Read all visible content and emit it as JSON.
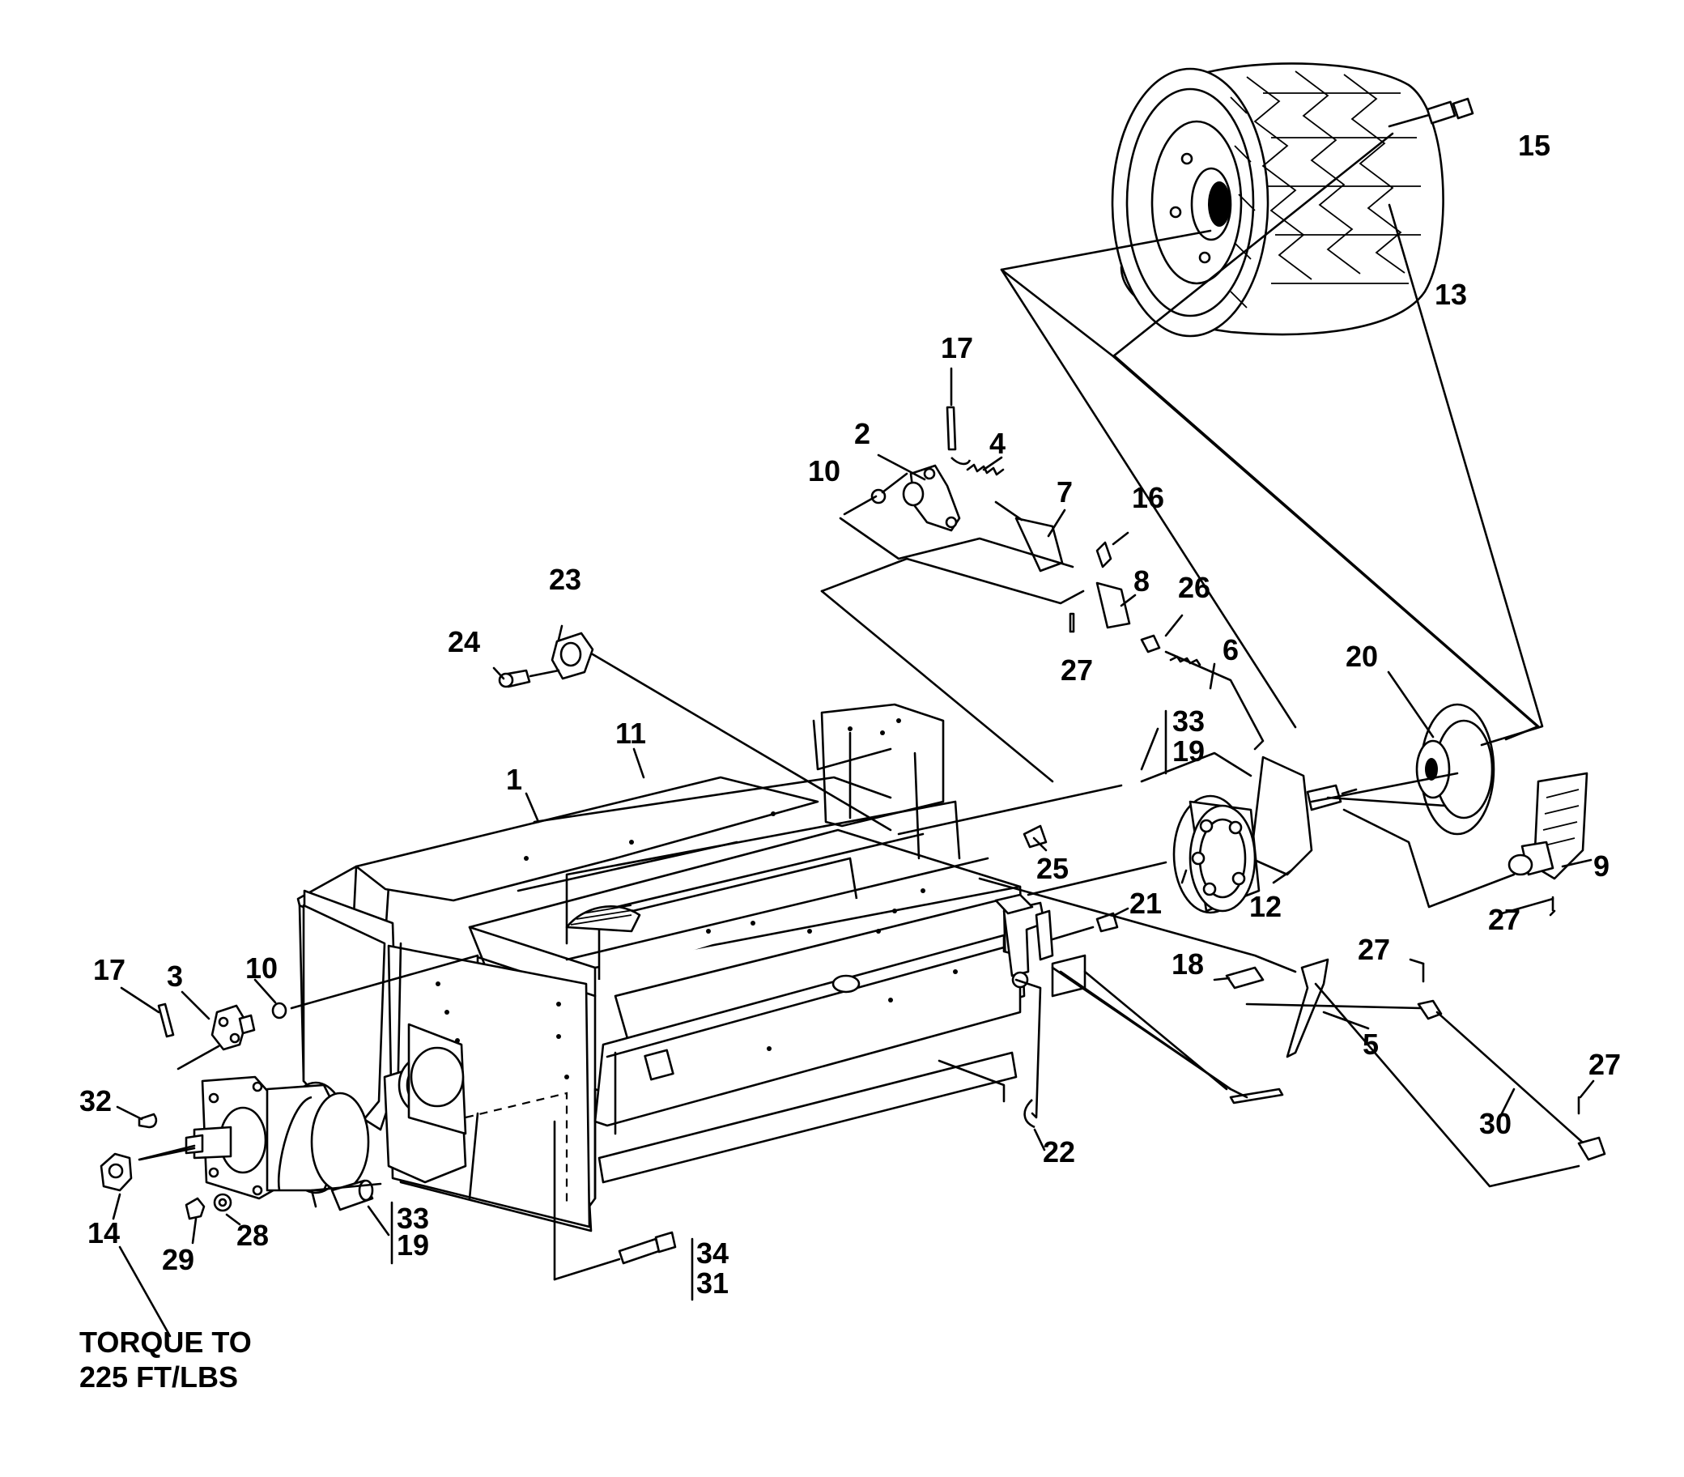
{
  "callouts": [
    {
      "id": "c1",
      "text": "1"
    },
    {
      "id": "c2",
      "text": "2"
    },
    {
      "id": "c3",
      "text": "3"
    },
    {
      "id": "c4",
      "text": "4"
    },
    {
      "id": "c5",
      "text": "5"
    },
    {
      "id": "c6",
      "text": "6"
    },
    {
      "id": "c7",
      "text": "7"
    },
    {
      "id": "c8",
      "text": "8"
    },
    {
      "id": "c9",
      "text": "9"
    },
    {
      "id": "c10a",
      "text": "10"
    },
    {
      "id": "c10b",
      "text": "10"
    },
    {
      "id": "c11",
      "text": "11"
    },
    {
      "id": "c12",
      "text": "12"
    },
    {
      "id": "c13",
      "text": "13"
    },
    {
      "id": "c14",
      "text": "14"
    },
    {
      "id": "c15",
      "text": "15"
    },
    {
      "id": "c16",
      "text": "16"
    },
    {
      "id": "c17a",
      "text": "17"
    },
    {
      "id": "c17b",
      "text": "17"
    },
    {
      "id": "c18",
      "text": "18"
    },
    {
      "id": "c19a",
      "text": "19"
    },
    {
      "id": "c19b",
      "text": "19"
    },
    {
      "id": "c20",
      "text": "20"
    },
    {
      "id": "c21",
      "text": "21"
    },
    {
      "id": "c22",
      "text": "22"
    },
    {
      "id": "c23",
      "text": "23"
    },
    {
      "id": "c24",
      "text": "24"
    },
    {
      "id": "c25",
      "text": "25"
    },
    {
      "id": "c26",
      "text": "26"
    },
    {
      "id": "c27a",
      "text": "27"
    },
    {
      "id": "c27b",
      "text": "27"
    },
    {
      "id": "c27c",
      "text": "27"
    },
    {
      "id": "c27d",
      "text": "27"
    },
    {
      "id": "c28",
      "text": "28"
    },
    {
      "id": "c29",
      "text": "29"
    },
    {
      "id": "c30",
      "text": "30"
    },
    {
      "id": "c31",
      "text": "31"
    },
    {
      "id": "c32",
      "text": "32"
    },
    {
      "id": "c33a",
      "text": "33"
    },
    {
      "id": "c33b",
      "text": "33"
    },
    {
      "id": "c34",
      "text": "34"
    }
  ],
  "note": {
    "line1": "TORQUE TO",
    "line2": "225 FT/LBS"
  }
}
